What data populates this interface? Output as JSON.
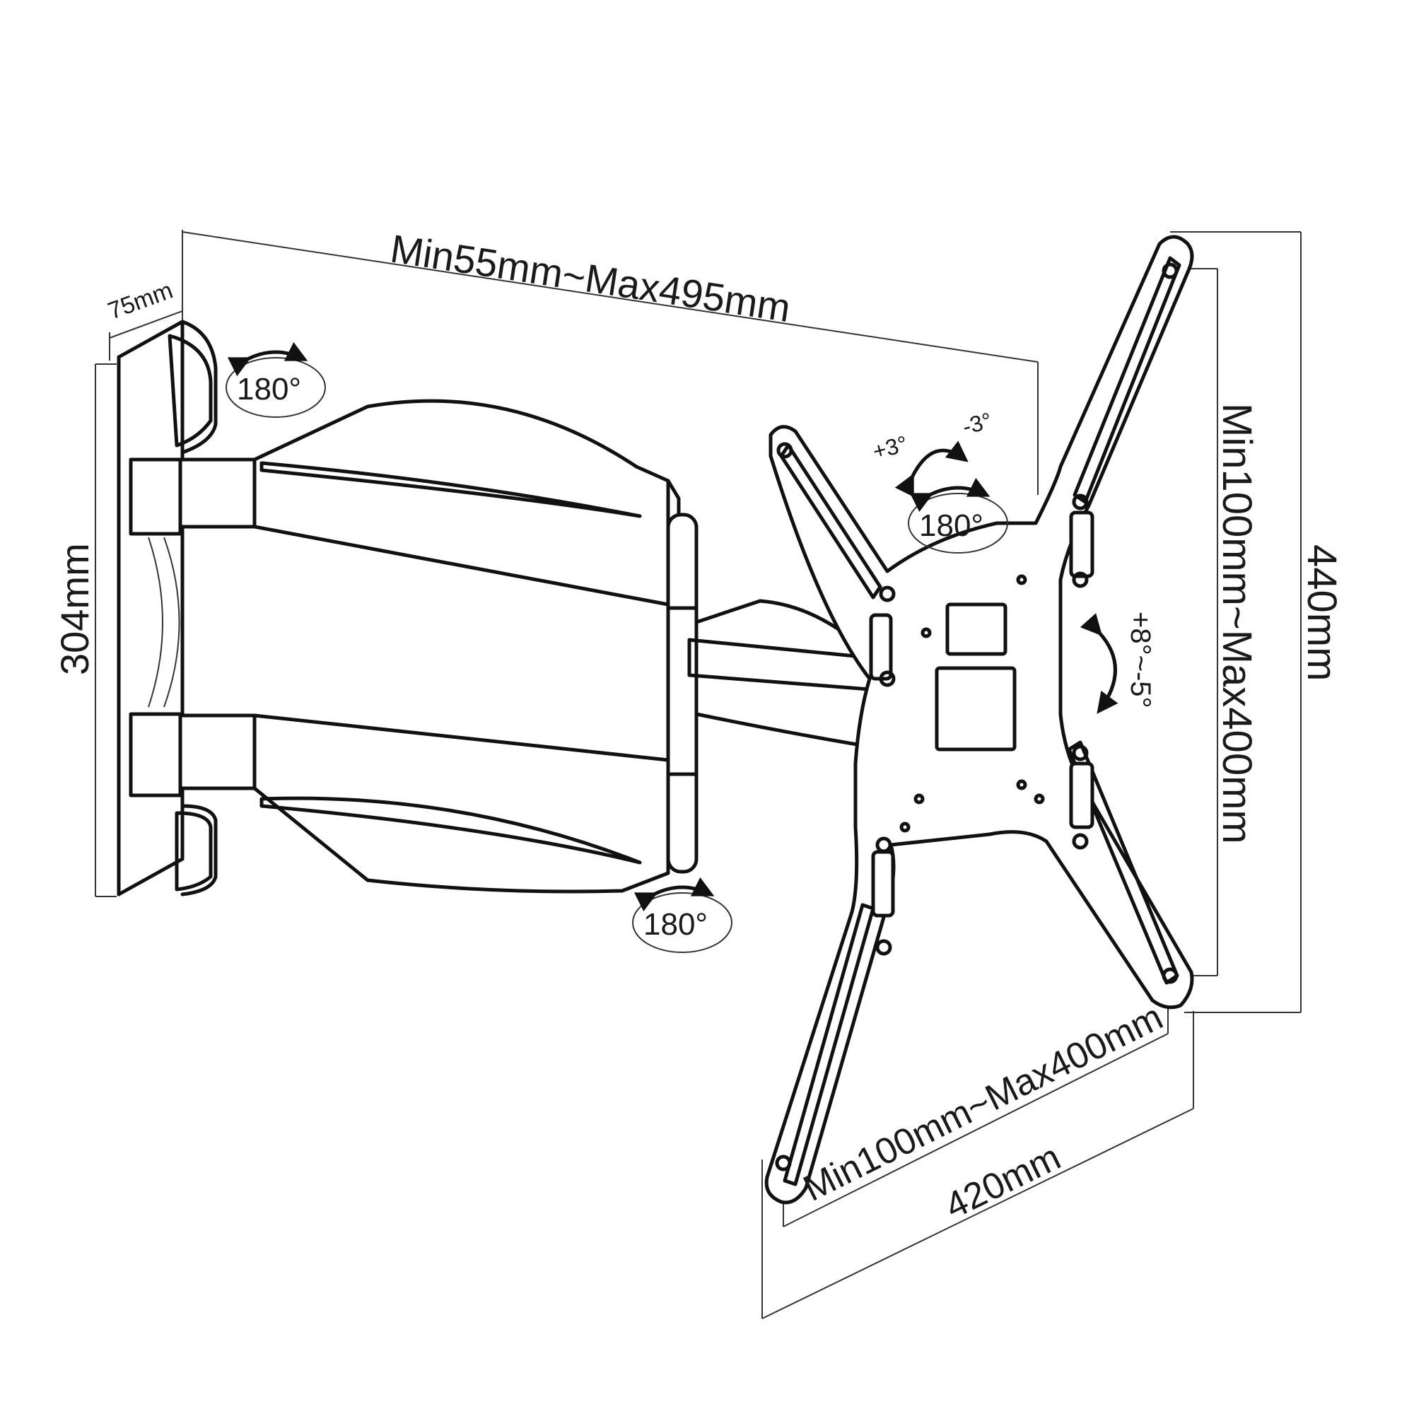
{
  "dimensions": {
    "arm_extension": "Min55mm~Max495mm",
    "depth": "75mm",
    "wall_plate_height": "304mm",
    "vesa_vertical": "Min100mm~Max400mm",
    "plate_height": "440mm",
    "vesa_horizontal": "Min100mm~Max400mm",
    "plate_width": "420mm"
  },
  "rotations": {
    "wall_pivot": "180°",
    "plate_swivel": "180°",
    "elbow_pivot": "180°",
    "rotate_plus": "+3°",
    "rotate_minus": "-3°",
    "tilt": "+8°~-5°"
  },
  "colors": {
    "line": "#111111",
    "hatch": "#9a9a9a",
    "background": "#ffffff"
  }
}
